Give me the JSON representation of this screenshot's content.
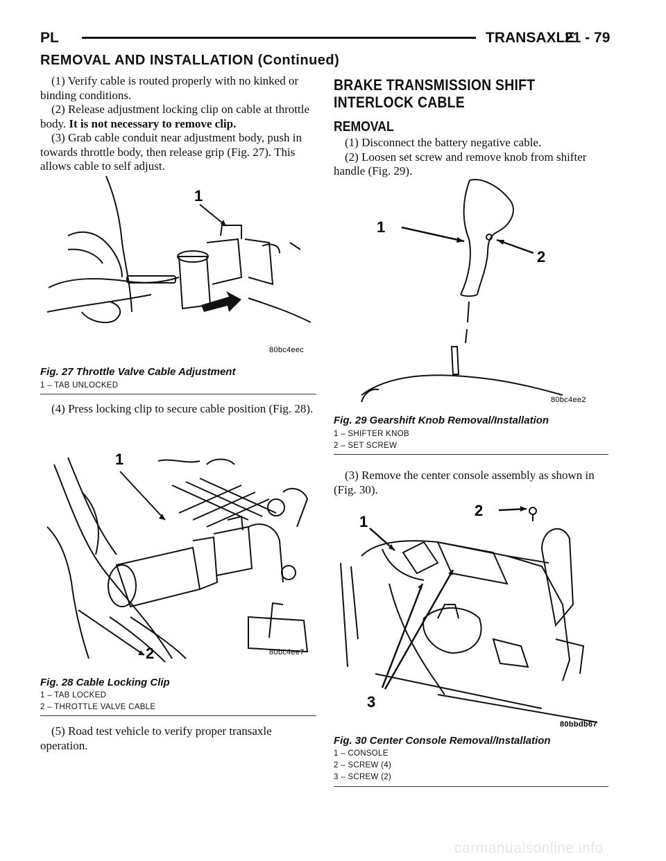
{
  "header": {
    "left": "PL",
    "right_title": "TRANSAXLE",
    "page_number": "21 - 79"
  },
  "section_title": "REMOVAL AND INSTALLATION (Continued)",
  "left": {
    "para1": "(1) Verify cable is routed properly with no kinked or binding conditions.",
    "para2_text": "(2) Release adjustment locking clip on cable at throttle body.",
    "para2_bold": "It is not necessary to remove clip.",
    "para3": "(3) Grab cable conduit near adjustment body, push in towards throttle body, then release grip (Fig. 27). This allows cable to self adjust.",
    "fig27": {
      "code": "80bc4eec",
      "title": "Fig. 27 Throttle Valve Cable Adjustment",
      "callout1": "1",
      "items": [
        "1 – TAB UNLOCKED"
      ]
    },
    "para4": "(4) Press locking clip to secure cable position (Fig. 28).",
    "fig28": {
      "code": "80bc4ee7",
      "title": "Fig. 28 Cable Locking Clip",
      "callout1": "1",
      "callout2": "2",
      "items": [
        "1 – TAB LOCKED",
        "2 – THROTTLE VALVE CABLE"
      ]
    },
    "para5": "(5) Road test vehicle to verify proper transaxle operation."
  },
  "right": {
    "heading": "BRAKE TRANSMISSION SHIFT INTERLOCK CABLE",
    "subheading": "REMOVAL",
    "para1": "(1) Disconnect the battery negative cable.",
    "para2": "(2) Loosen set screw and remove knob from shifter handle (Fig. 29).",
    "fig29": {
      "code": "80bc4ee2",
      "title": "Fig. 29 Gearshift Knob Removal/Installation",
      "callout1": "1",
      "callout2": "2",
      "items": [
        "1 – SHIFTER KNOB",
        "2 – SET SCREW"
      ]
    },
    "para3": "(3) Remove the center console assembly as shown in (Fig. 30).",
    "fig30": {
      "code": "80bbdb67",
      "title": "Fig. 30 Center Console Removal/Installation",
      "callout1": "1",
      "callout2": "2",
      "callout3": "3",
      "items": [
        "1 – CONSOLE",
        "2 – SCREW (4)",
        "3 – SCREW (2)"
      ]
    }
  },
  "watermark": "carmanualsonline.info"
}
